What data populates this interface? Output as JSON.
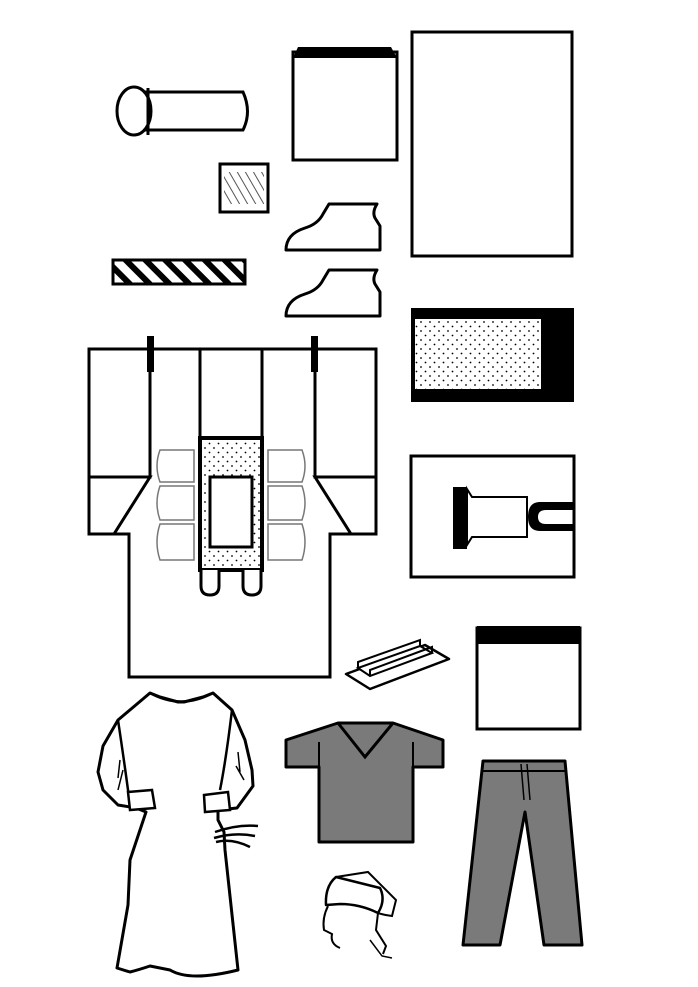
{
  "colors": {
    "background": "#ffffff",
    "stroke": "#000000",
    "garment_fill": "#7a7a7a",
    "drape_fill": "#ffffff"
  },
  "items": [
    {
      "id": "tube",
      "icon": "tube-cover-icon"
    },
    {
      "id": "small-gauze-pad",
      "icon": "gauze-pad-icon"
    },
    {
      "id": "adhesive-strip",
      "icon": "adhesive-strip-icon"
    },
    {
      "id": "towel",
      "icon": "towel-icon"
    },
    {
      "id": "shoe-cover-top",
      "icon": "shoe-cover-icon"
    },
    {
      "id": "shoe-cover-bottom",
      "icon": "shoe-cover-icon"
    },
    {
      "id": "large-sheet",
      "icon": "sheet-icon"
    },
    {
      "id": "absorbent-drape",
      "icon": "absorbent-drape-icon"
    },
    {
      "id": "instrument-cover",
      "icon": "instrument-cover-icon"
    },
    {
      "id": "main-surgical-drape",
      "icon": "surgical-drape-icon"
    },
    {
      "id": "cable-holder",
      "icon": "cable-holder-icon"
    },
    {
      "id": "second-towel",
      "icon": "towel-icon"
    },
    {
      "id": "surgical-gown",
      "icon": "surgical-gown-icon"
    },
    {
      "id": "scrub-top",
      "icon": "scrub-top-icon"
    },
    {
      "id": "scrub-pants",
      "icon": "scrub-pants-icon"
    },
    {
      "id": "surgical-cap",
      "icon": "surgical-cap-icon"
    }
  ]
}
